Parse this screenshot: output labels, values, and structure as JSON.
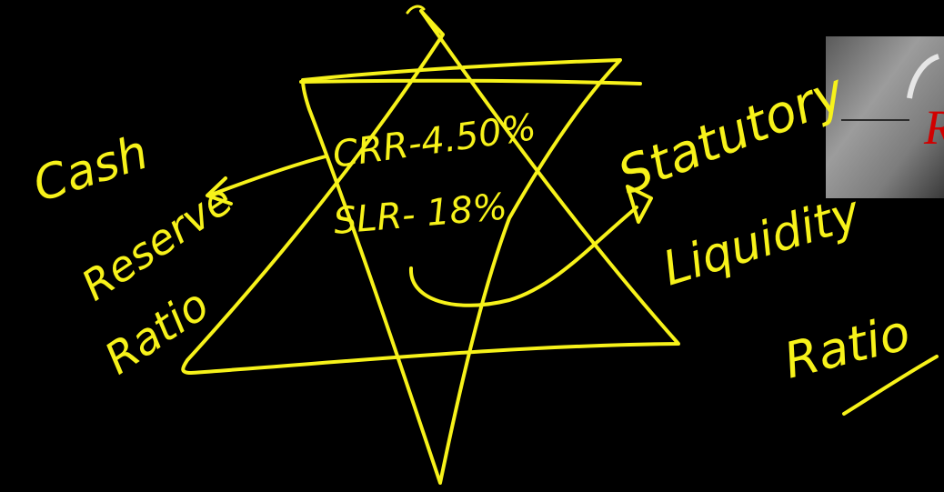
{
  "ink_color": "#f7f21a",
  "background_color": "#000000",
  "inner_text": {
    "crr": "CRR-4.50%",
    "slr": "SLR- 18%"
  },
  "left_label": {
    "line1": "Cash",
    "line2": "Reserve",
    "line3": "Ratio"
  },
  "right_label": {
    "line1": "Statutory",
    "line2": "Liquidity",
    "line3": "Ratio"
  },
  "corner_thumbnail": {
    "letter_fragment": "R",
    "accent_color": "#d10000"
  }
}
